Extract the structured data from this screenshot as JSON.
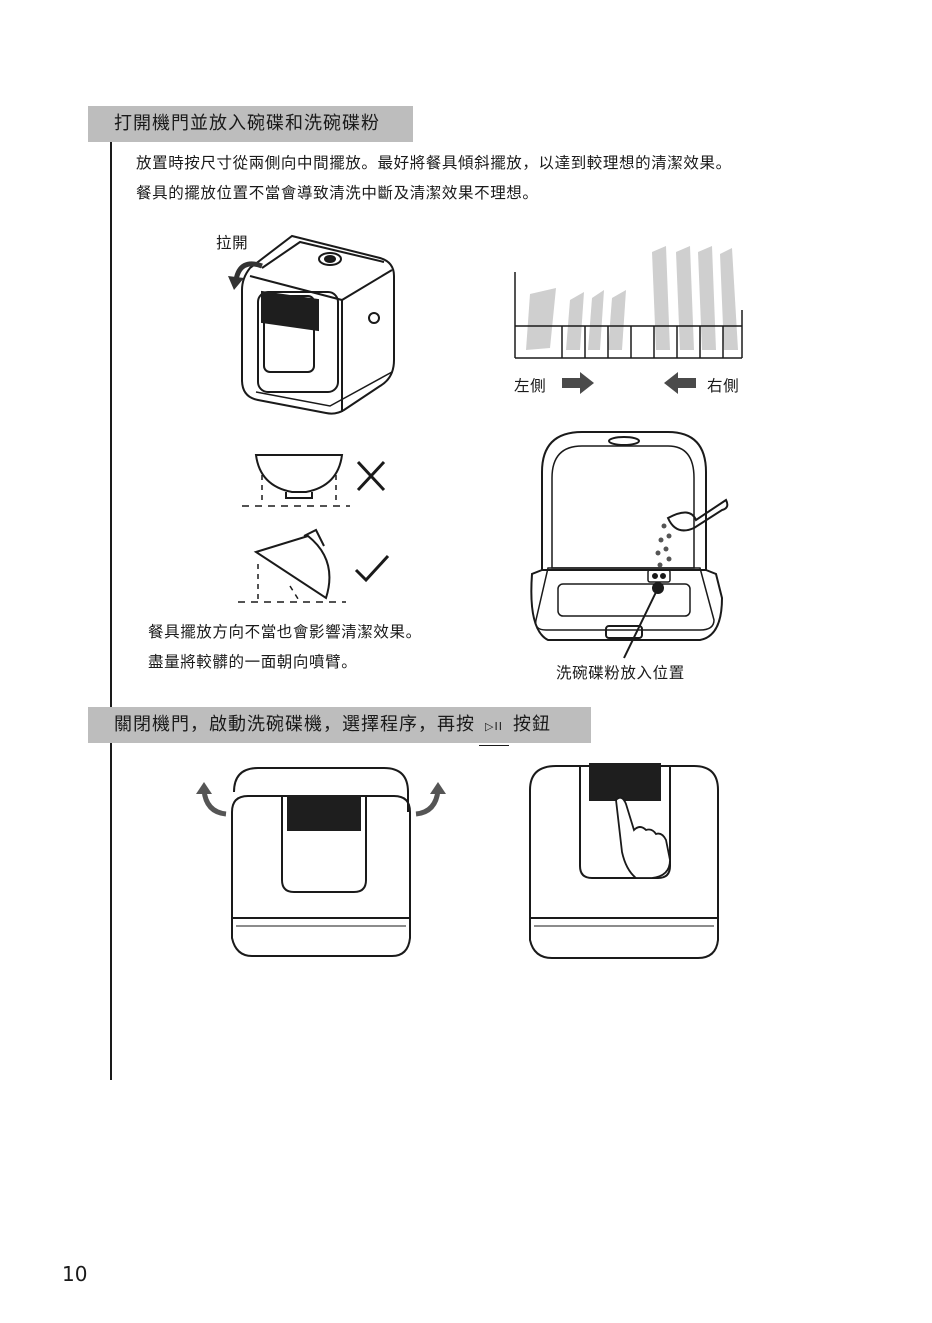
{
  "sections": [
    {
      "title": "打開機門並放入碗碟和洗碗碟粉"
    },
    {
      "title_prefix": "關閉機門，啟動洗碗碟機，選擇程序，再按",
      "button_glyph": "▷II",
      "title_suffix": "按鈕"
    }
  ],
  "intro": {
    "line1": "放置時按尺寸從兩側向中間擺放。最好將餐具傾斜擺放，以達到較理想的清潔效果。",
    "line2": "餐具的擺放位置不當會導致清洗中斷及清潔效果不理想。"
  },
  "labels": {
    "open": "拉開",
    "left_side": "左側",
    "right_side": "右側",
    "note1": "餐具擺放方向不當也會影響清潔效果。",
    "note2": "盡量將較髒的一面朝向噴臂。",
    "powder_position": "洗碗碟粉放入位置"
  },
  "page_number": "10",
  "colors": {
    "section_bar": "#bdbdbd",
    "line": "#1a1a1a",
    "plate_gray": "#cfcfcf",
    "panel": "#1e1e1e"
  }
}
